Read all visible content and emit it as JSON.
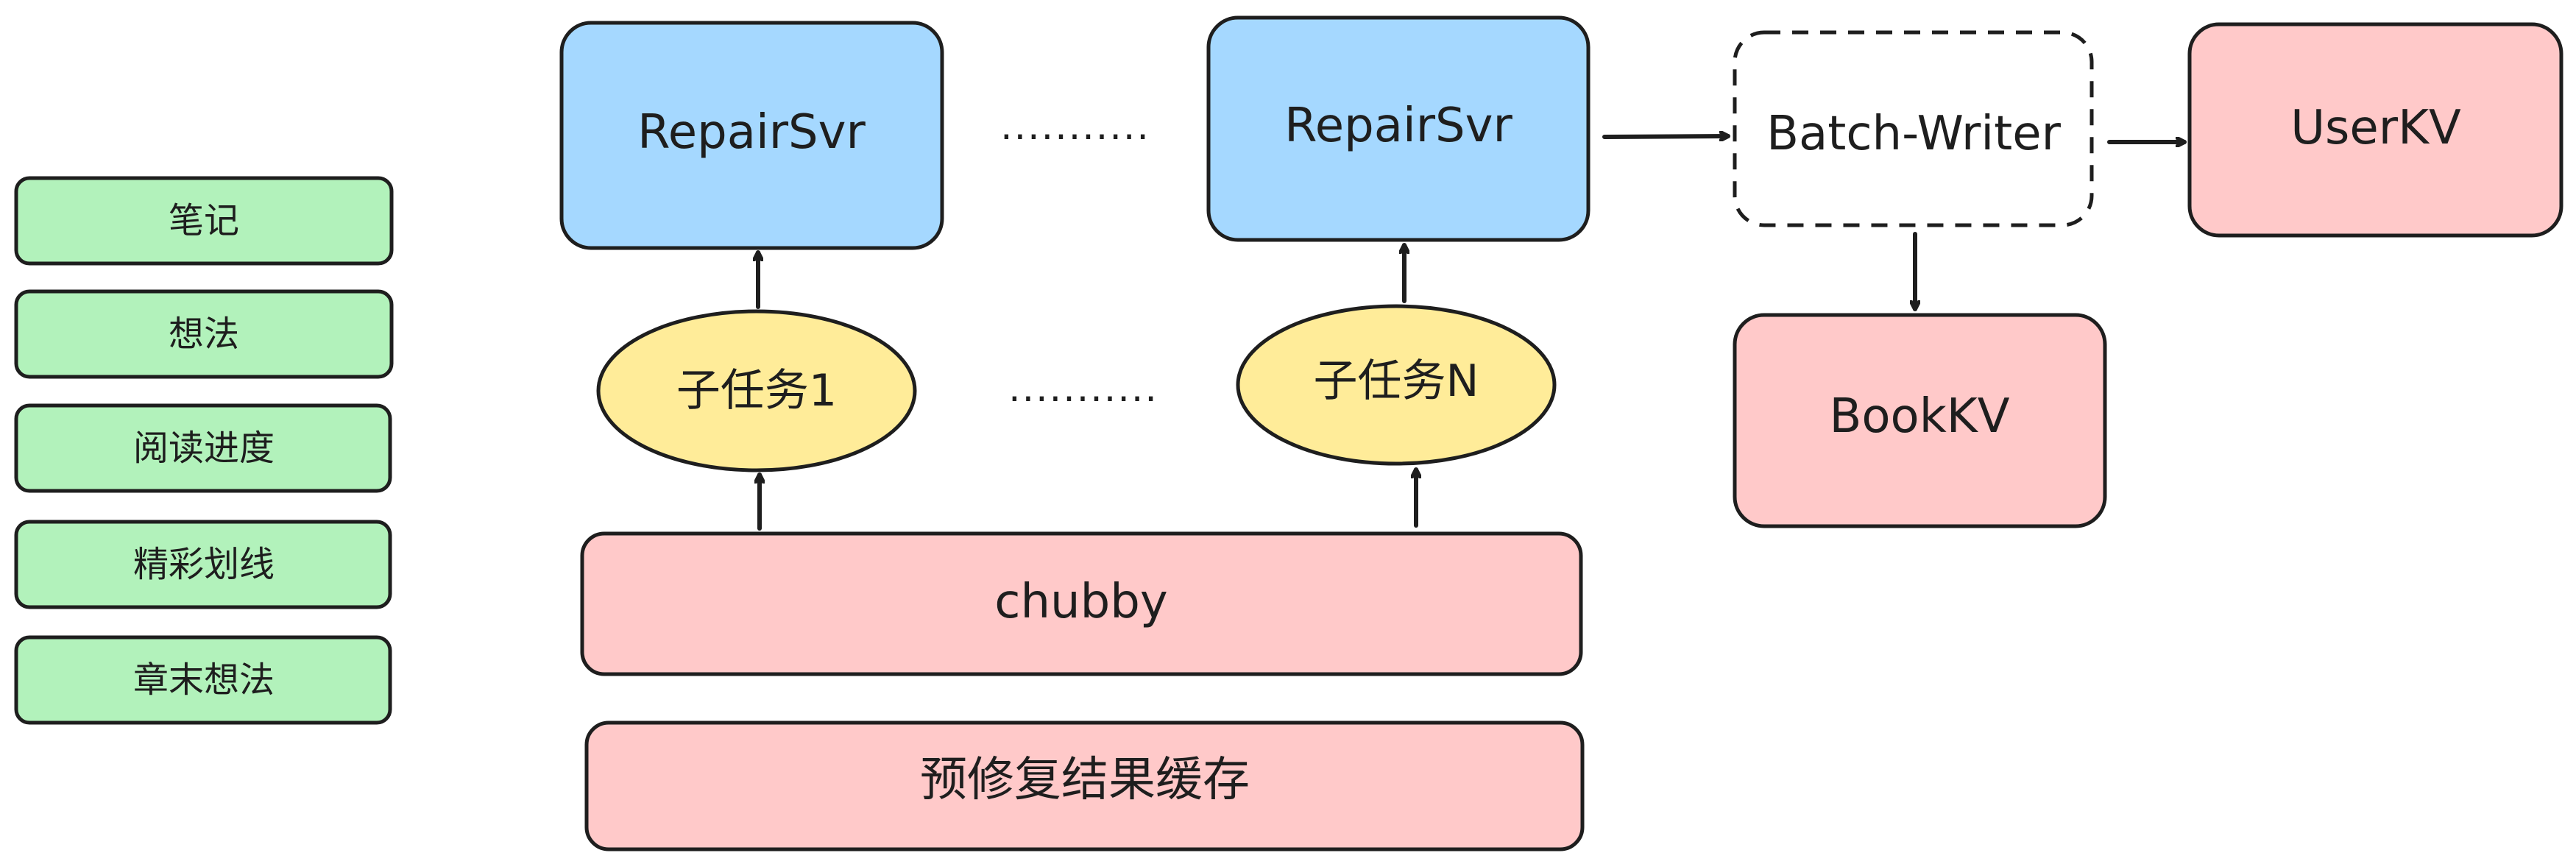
{
  "sidebar": {
    "items": [
      {
        "label": "笔记"
      },
      {
        "label": "想法"
      },
      {
        "label": "阅读进度"
      },
      {
        "label": "精彩划线"
      },
      {
        "label": "章末想法"
      }
    ]
  },
  "repair_servers": {
    "first_label": "RepairSvr",
    "last_label": "RepairSvr",
    "ellipsis": "..........."
  },
  "subtasks": {
    "first_label": "子任务1",
    "last_label": "子任务N",
    "ellipsis": "..........."
  },
  "chubby": {
    "label": "chubby"
  },
  "cache": {
    "label": "预修复结果缓存"
  },
  "batch_writer": {
    "label": "Batch-Writer"
  },
  "user_kv": {
    "label": "UserKV"
  },
  "book_kv": {
    "label": "BookKV"
  },
  "colors": {
    "green_fill": "#b2f2bb",
    "blue_fill": "#a5d8ff",
    "pink_fill": "#ffc9c9",
    "yellow_fill": "#ffec99",
    "stroke": "#1e1e1e"
  }
}
